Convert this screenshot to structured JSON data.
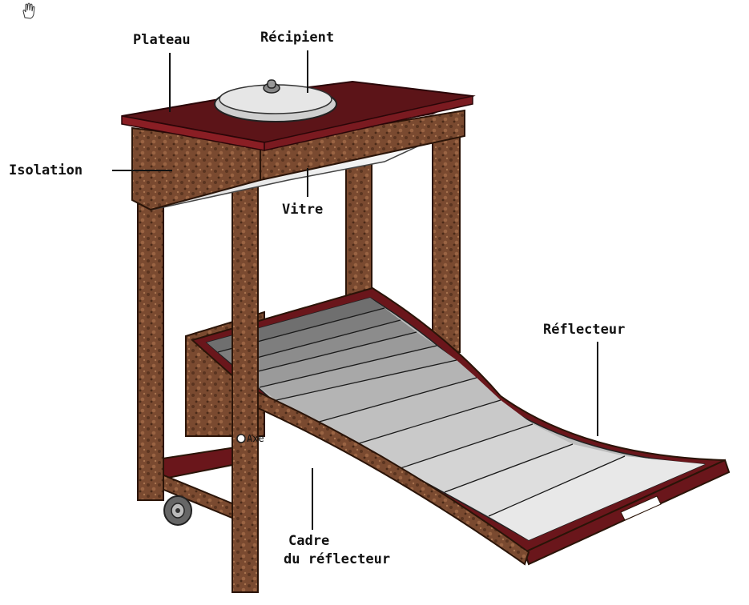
{
  "labels": {
    "plateau": "Plateau",
    "recipient": "Récipient",
    "isolation": "Isolation",
    "vitre": "Vitre",
    "reflecteur": "Réflecteur",
    "axe": "Axe",
    "cadre_line1": "Cadre",
    "cadre_line2": "du réflecteur"
  },
  "icons": {
    "cursor": "hand-cursor-icon"
  },
  "colors": {
    "wood": "#7a4a30",
    "wood_dark": "#4e2c1a",
    "plateau_top": "#5c1418",
    "plateau_edge": "#8a1e24",
    "glass": "#f4f4f4",
    "panel_dark": "#777777",
    "panel_light": "#e8e8e8",
    "frame_red": "#6a161b"
  }
}
